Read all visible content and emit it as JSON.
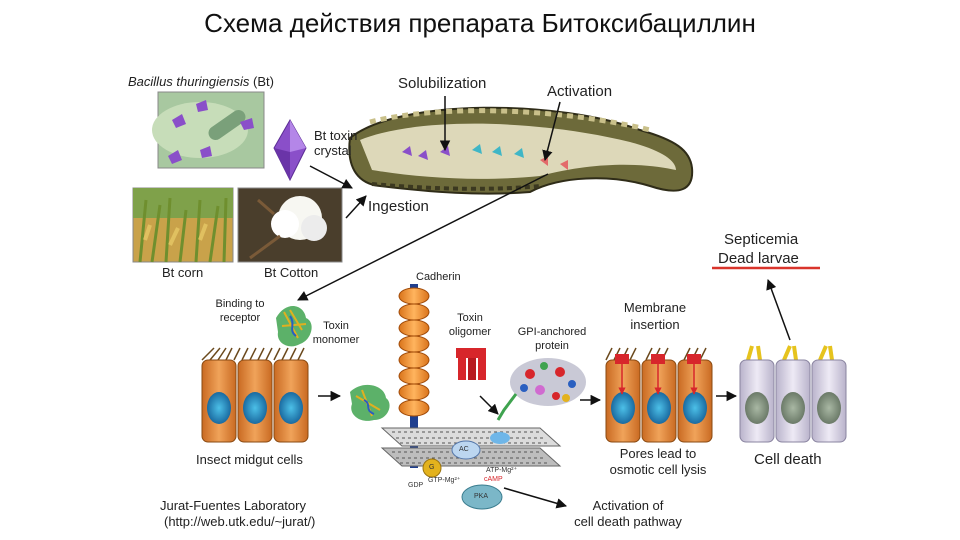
{
  "title": "Схема действия препарата Битоксибациллин",
  "labels": {
    "bt_name_italic": "Bacillus thuringiensis",
    "bt_name_abbr": "(Bt)",
    "solubilization": "Solubilization",
    "activation": "Activation",
    "toxin_crystal_l1": "Bt toxin",
    "toxin_crystal_l2": "crystal",
    "ingestion": "Ingestion",
    "bt_corn": "Bt corn",
    "bt_cotton": "Bt Cotton",
    "septicemia": "Septicemia",
    "dead_larvae": "Dead larvae",
    "cadherin": "Cadherin",
    "binding_l1": "Binding to",
    "binding_l2": "receptor",
    "toxin_monomer_l1": "Toxin",
    "toxin_monomer_l2": "monomer",
    "toxin_oligomer_l1": "Toxin",
    "toxin_oligomer_l2": "oligomer",
    "gpi_l1": "GPI-anchored",
    "gpi_l2": "protein",
    "membrane_l1": "Membrane",
    "membrane_l2": "insertion",
    "insect_midgut": "Insect midgut cells",
    "pores_l1": "Pores lead to",
    "pores_l2": "osmotic cell lysis",
    "cell_death": "Cell death",
    "activation_pathway_l1": "Activation of",
    "activation_pathway_l2": "cell death pathway",
    "lab_name": "Jurat-Fuentes Laboratory",
    "lab_url": "(http://web.utk.edu/~jurat/)",
    "ac": "AC",
    "g": "G",
    "pka": "PKA",
    "gdp": "GDP",
    "gtp": "GTP-Mg²⁺",
    "atp": "ATP-Mg²⁺",
    "camp": "cAMP"
  },
  "colors": {
    "cell_orange": "#e38b3c",
    "nucleus_blue": "#2a8fc2",
    "dead_cell": "#d9d4e6",
    "crystal_purple": "#8a4fc9",
    "septicemia_line": "#d9342b",
    "cadherin_blue": "#1f3f8f",
    "oligomer_red": "#d7262b"
  },
  "icons": [
    "bt-crystal-icon",
    "larva-icon",
    "cadherin-receptor-icon",
    "toxin-monomer-icon",
    "toxin-oligomer-icon",
    "gpi-protein-icon",
    "membrane-bilayer-icon",
    "pka-icon"
  ]
}
